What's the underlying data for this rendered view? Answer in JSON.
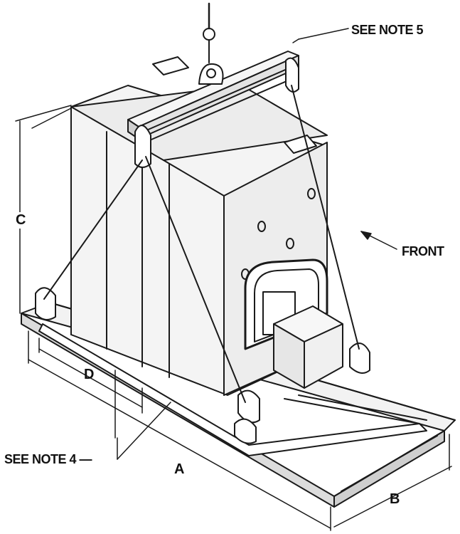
{
  "labels": {
    "note5": "SEE NOTE 5",
    "note4": "SEE NOTE 4 —",
    "front": "FRONT",
    "dim_a": "A",
    "dim_b": "B",
    "dim_c": "C",
    "dim_d": "D"
  },
  "colors": {
    "line": "#1a1a1a",
    "fill_light": "#f2f2f2",
    "fill_mid": "#dcdcdc",
    "fill_dark": "#b8b8b8",
    "background": "#ffffff"
  }
}
